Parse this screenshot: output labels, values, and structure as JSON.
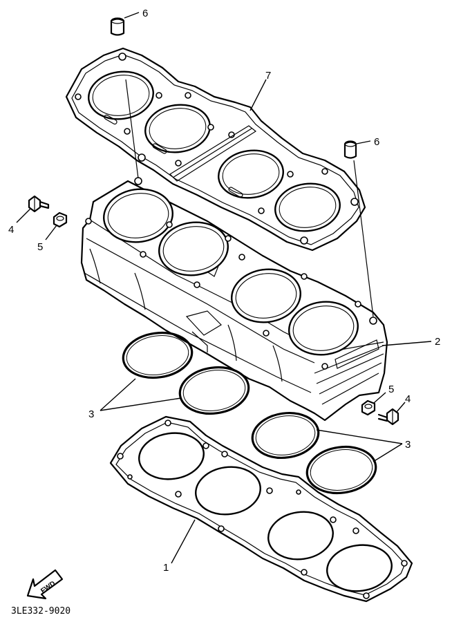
{
  "diagram": {
    "part_number": "3LE332-9020",
    "direction_label": "FWD",
    "callouts": [
      {
        "id": "c6a",
        "text": "6"
      },
      {
        "id": "c7",
        "text": "7"
      },
      {
        "id": "c6b",
        "text": "6"
      },
      {
        "id": "c4a",
        "text": "4"
      },
      {
        "id": "c5a",
        "text": "5"
      },
      {
        "id": "c2",
        "text": "2"
      },
      {
        "id": "c5b",
        "text": "5"
      },
      {
        "id": "c4b",
        "text": "4"
      },
      {
        "id": "c3a",
        "text": "3"
      },
      {
        "id": "c3b",
        "text": "3"
      },
      {
        "id": "c1",
        "text": "1"
      }
    ]
  }
}
